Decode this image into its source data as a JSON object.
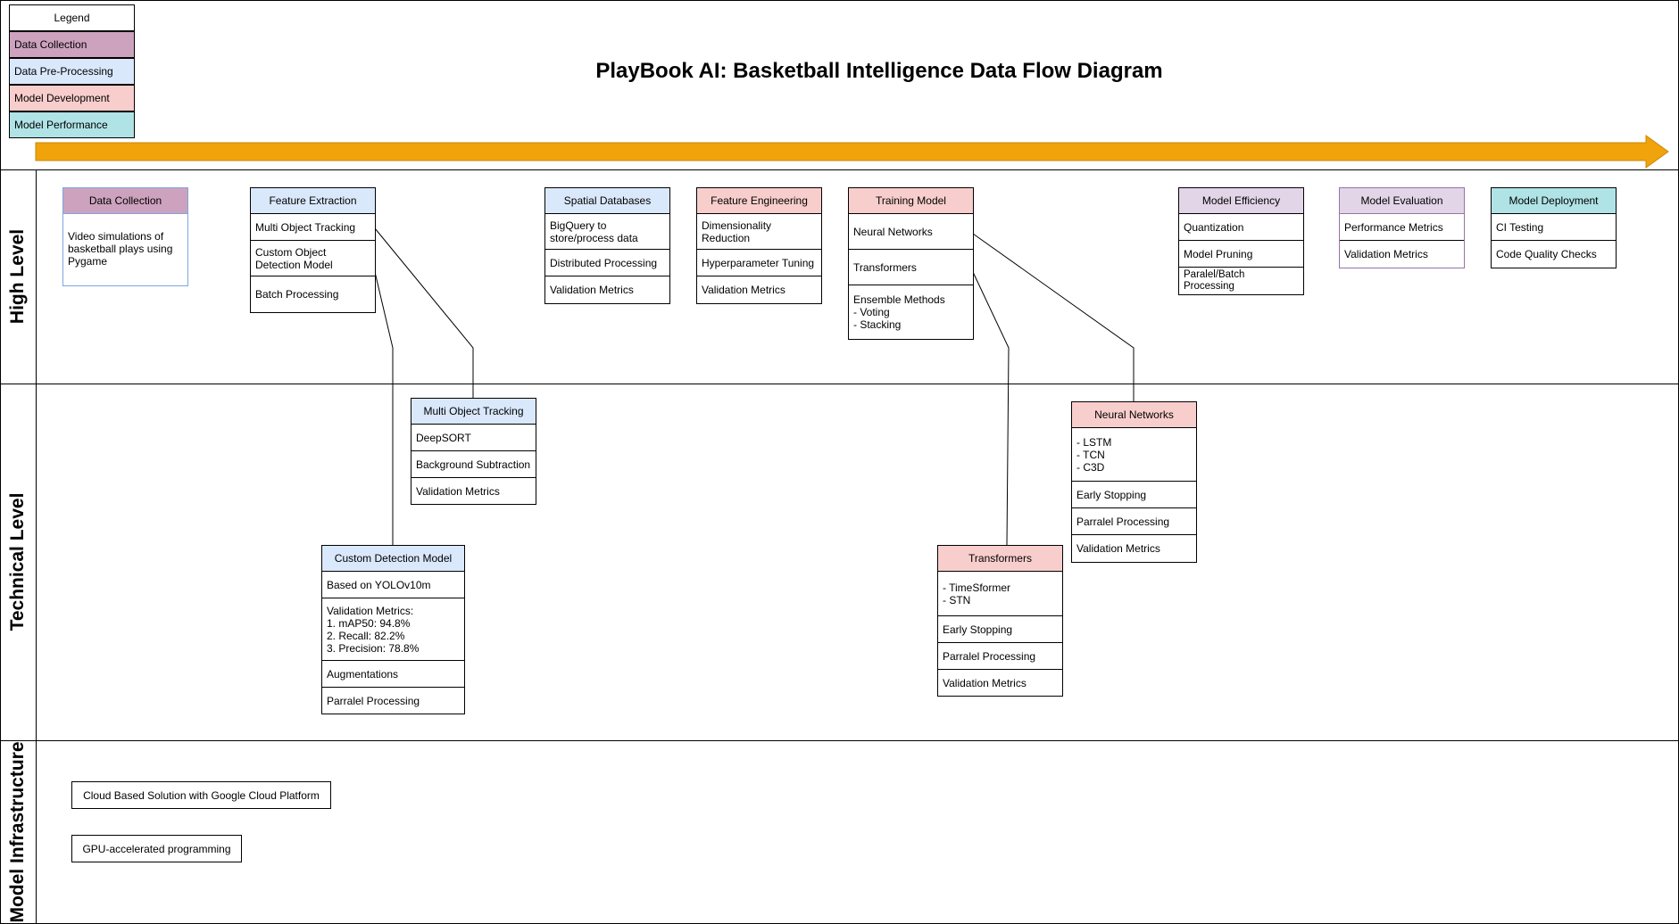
{
  "title": "PlayBook AI: Basketball Intelligence Data Flow Diagram",
  "colors": {
    "data_collection": "#cda2be",
    "pre_processing": "#dae8fc",
    "model_development": "#f8cecc",
    "model_performance": "#b0e3e6",
    "purple_light": "#e1d5e7",
    "arrow": "#f0a30a"
  },
  "legend": {
    "title": "Legend",
    "items": [
      "Data Collection",
      "Data Pre-Processing",
      "Model Development",
      "Model Performance"
    ]
  },
  "lanes": {
    "high": "High Level",
    "technical": "Technical Level",
    "infra": "Model Infrastructure"
  },
  "high": {
    "data_collection": {
      "header": "Data Collection",
      "body": "Video simulations of\nbasketball plays using\nPygame"
    },
    "feature_extraction": {
      "header": "Feature Extraction",
      "rows": [
        "Multi Object Tracking",
        "Custom Object\nDetection Model",
        "Batch Processing"
      ]
    },
    "spatial_db": {
      "header": "Spatial Databases",
      "rows": [
        "BigQuery to\nstore/process data",
        "Distributed Processing",
        "Validation Metrics"
      ]
    },
    "feature_eng": {
      "header": "Feature Engineering",
      "rows": [
        "Dimensionality\nReduction",
        "Hyperparameter Tuning",
        "Validation Metrics"
      ]
    },
    "training": {
      "header": "Training Model",
      "rows": [
        "Neural Networks",
        "Transformers",
        "Ensemble Methods\n- Voting\n- Stacking"
      ]
    },
    "efficiency": {
      "header": "Model Efficiency",
      "rows": [
        "Quantization",
        "Model Pruning",
        "Paralel/Batch\nProcessing"
      ]
    },
    "evaluation": {
      "header": "Model Evaluation",
      "rows": [
        "Performance Metrics",
        "Validation Metrics"
      ]
    },
    "deployment": {
      "header": "Model Deployment",
      "rows": [
        "CI Testing",
        "Code Quality Checks"
      ]
    }
  },
  "technical": {
    "mot": {
      "header": "Multi Object Tracking",
      "rows": [
        "DeepSORT",
        "Background Subtraction",
        "Validation Metrics"
      ]
    },
    "cdm": {
      "header": "Custom Detection Model",
      "rows": [
        "Based on YOLOv10m",
        "Validation Metrics:\n1. mAP50: 94.8%\n2. Recall: 82.2%\n3. Precision: 78.8%",
        "Augmentations",
        "Parralel Processing"
      ]
    },
    "transformers": {
      "header": "Transformers",
      "rows": [
        "- TimeSformer\n- STN",
        "Early Stopping",
        "Parralel Processing",
        "Validation Metrics"
      ]
    },
    "neural": {
      "header": "Neural Networks",
      "rows": [
        "- LSTM\n- TCN\n- C3D",
        "Early Stopping",
        "Parralel Processing",
        "Validation Metrics"
      ]
    }
  },
  "infra": {
    "items": [
      "Cloud Based Solution with Google Cloud Platform",
      "GPU-accelerated programming"
    ]
  }
}
